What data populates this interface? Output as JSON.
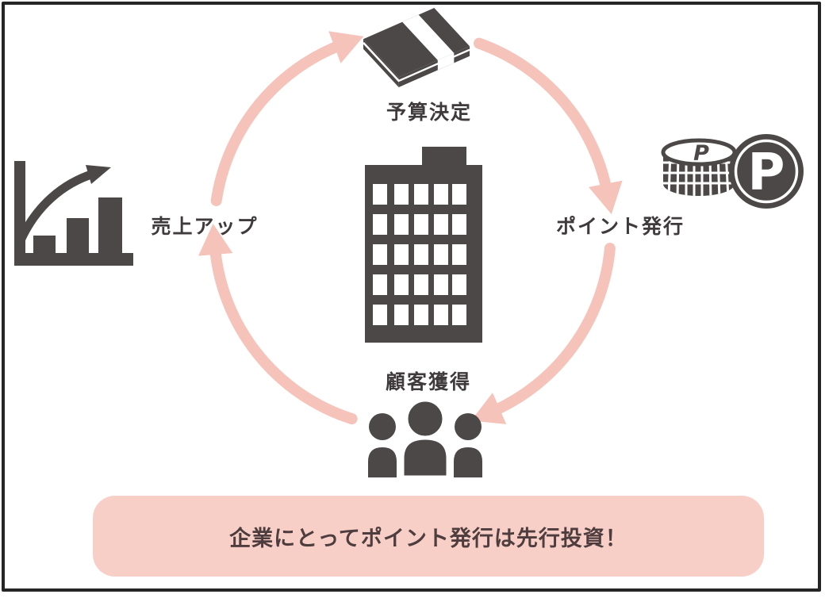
{
  "diagram": {
    "type": "cycle",
    "flow_direction": "clockwise",
    "center": {
      "icon": "office-building-icon"
    },
    "steps": [
      {
        "id": "budget",
        "label": "予算決定",
        "icon": "money-bundle-icon",
        "position": "top"
      },
      {
        "id": "points",
        "label": "ポイント発行",
        "icon": "point-coins-icon",
        "position": "right",
        "coin_letter": "P"
      },
      {
        "id": "customers",
        "label": "顧客獲得",
        "icon": "customers-group-icon",
        "position": "bottom"
      },
      {
        "id": "sales",
        "label": "売上アップ",
        "icon": "sales-graph-icon",
        "position": "left"
      }
    ],
    "banner": {
      "text": "企業にとってポイント発行は先行投資！"
    }
  },
  "colors": {
    "arrow_pink": "#f5c3ba",
    "banner_pink": "#f8cfc7",
    "icon_gray": "#4c4848",
    "text_dark": "#3f3a3b",
    "frame_border": "#252525",
    "background": "#ffffff"
  }
}
